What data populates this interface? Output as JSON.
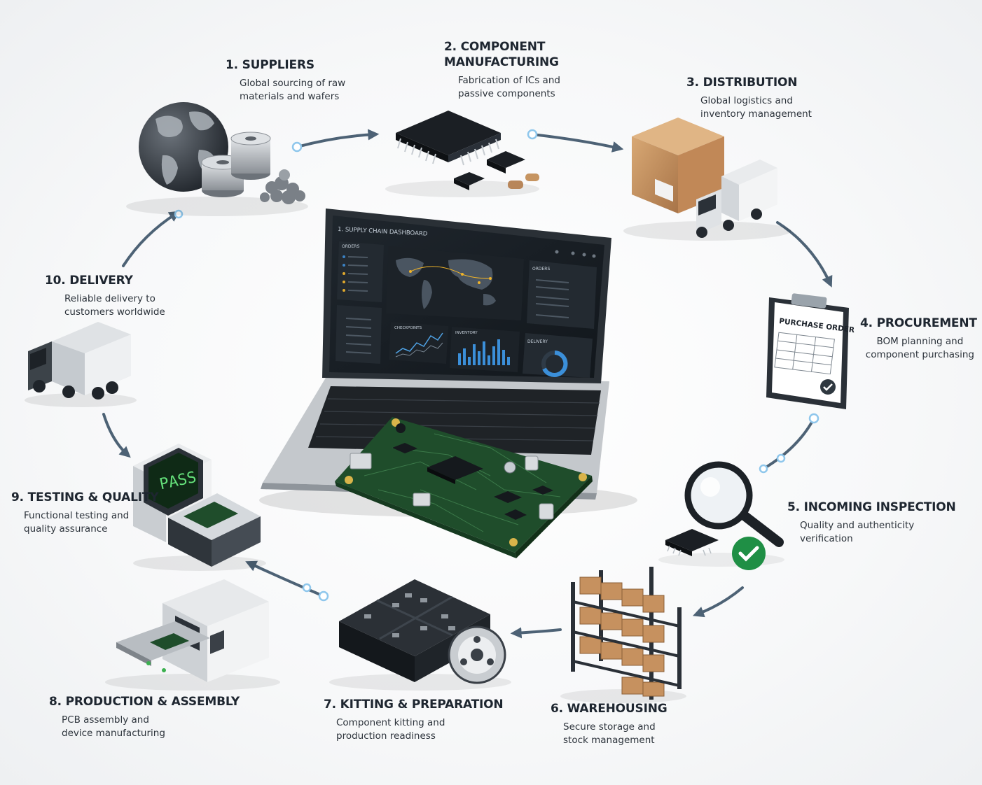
{
  "steps": [
    {
      "id": "suppliers",
      "title": "1. SUPPLIERS",
      "desc": "Global sourcing of raw\nmaterials and wafers"
    },
    {
      "id": "component-manufacturing",
      "title": "2. COMPONENT\n    MANUFACTURING",
      "desc": "Fabrication of ICs and\npassive components"
    },
    {
      "id": "distribution",
      "title": "3. DISTRIBUTION",
      "desc": "Global logistics and\ninventory management"
    },
    {
      "id": "procurement",
      "title": "4. PROCUREMENT",
      "desc": "BOM planning and\ncomponent purchasing"
    },
    {
      "id": "incoming-inspection",
      "title": "5. INCOMING INSPECTION",
      "desc": "Quality and authenticity\nverification"
    },
    {
      "id": "warehousing",
      "title": "6. WAREHOUSING",
      "desc": "Secure storage and\nstock management"
    },
    {
      "id": "kitting-preparation",
      "title": "7. KITTING & PREPARATION",
      "desc": "Component kitting and\nproduction readiness"
    },
    {
      "id": "production-assembly",
      "title": "8. PRODUCTION & ASSEMBLY",
      "desc": "PCB assembly and\ndevice manufacturing"
    },
    {
      "id": "testing-quality",
      "title": "9. TESTING & QUALITY",
      "desc": "Functional testing and\nquality assurance"
    },
    {
      "id": "delivery",
      "title": "10. DELIVERY",
      "desc": "Reliable delivery to\ncustomers worldwide"
    }
  ],
  "dashboard": {
    "title": "1. SUPPLY CHAIN DASHBOARD",
    "orders_label": "ORDERS",
    "orders_label_right": "ORDERS",
    "chart_left_label": "CHECKPOINTS",
    "chart_right_label": "INVENTORY",
    "delivery_label": "DELIVERY"
  },
  "test_screen": {
    "text": "PASS"
  },
  "purchase_order": {
    "title": "PURCHASE ORDER"
  },
  "colors": {
    "arrow": "#4d6275",
    "accent_node": "#8fc7ec",
    "check_green": "#1f8f45",
    "pcb_green": "#1f4d2b"
  }
}
